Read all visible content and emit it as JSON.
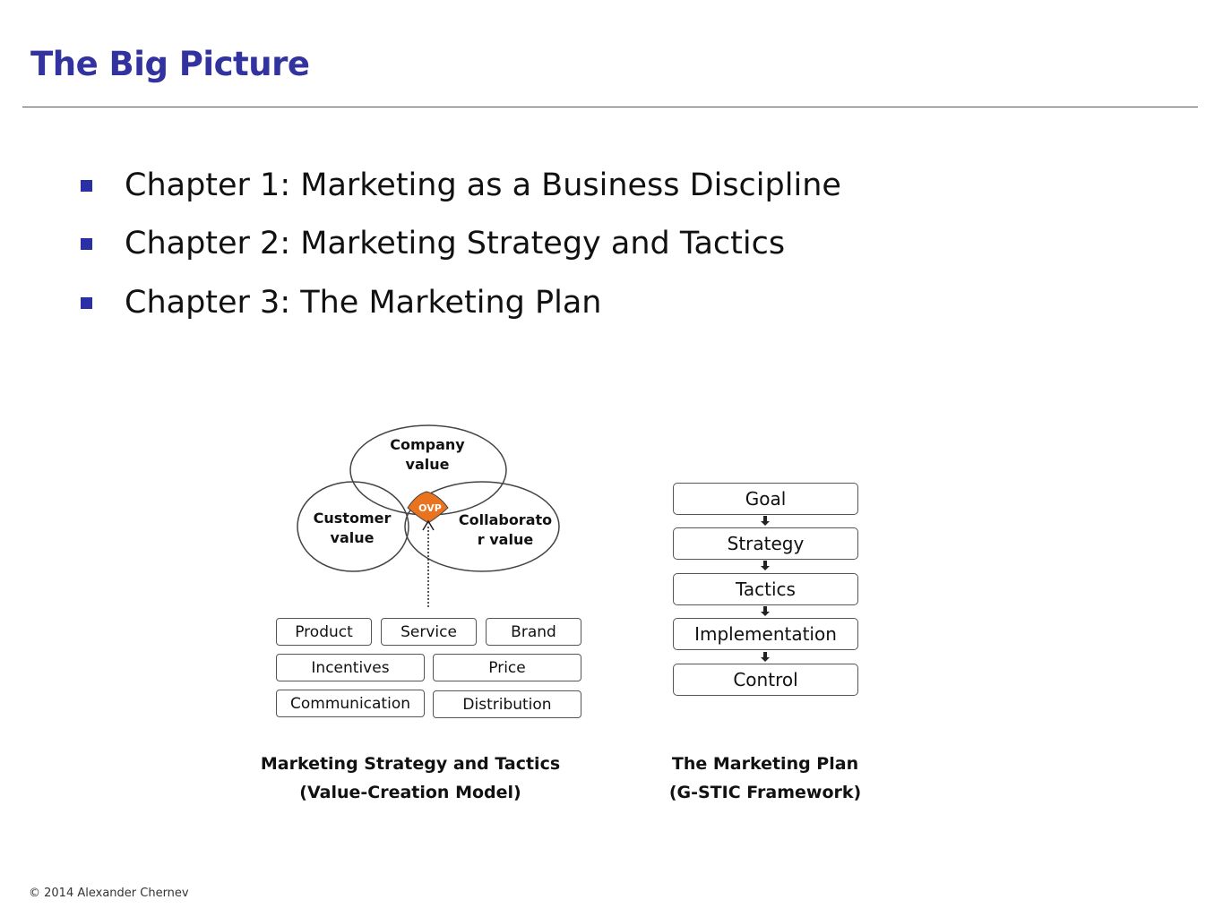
{
  "title": "The Big Picture",
  "bullets": [
    "Chapter 1: Marketing as a Business Discipline",
    "Chapter 2: Marketing Strategy and Tactics",
    "Chapter 3: The Marketing Plan"
  ],
  "colors": {
    "title": "#3333a0",
    "bullet": "#2a2fa8",
    "ovp": "#e9731e",
    "rule": "#555555"
  },
  "value_creation": {
    "circles": {
      "company": [
        "Company",
        "value"
      ],
      "customer": [
        "Customer",
        "value"
      ],
      "collaborator": [
        "Collaborato",
        "r value"
      ]
    },
    "ovp": "OVP",
    "tactics": {
      "product": "Product",
      "service": "Service",
      "brand": "Brand",
      "incentives": "Incentives",
      "price": "Price",
      "communication": "Communication",
      "distribution": "Distribution"
    },
    "caption": [
      "Marketing Strategy and Tactics",
      "(Value-Creation Model)"
    ]
  },
  "gstic": {
    "steps": [
      "Goal",
      "Strategy",
      "Tactics",
      "Implementation",
      "Control"
    ],
    "caption": [
      "The Marketing Plan",
      "(G-STIC Framework)"
    ]
  },
  "footer": "© 2014 Alexander Chernev"
}
